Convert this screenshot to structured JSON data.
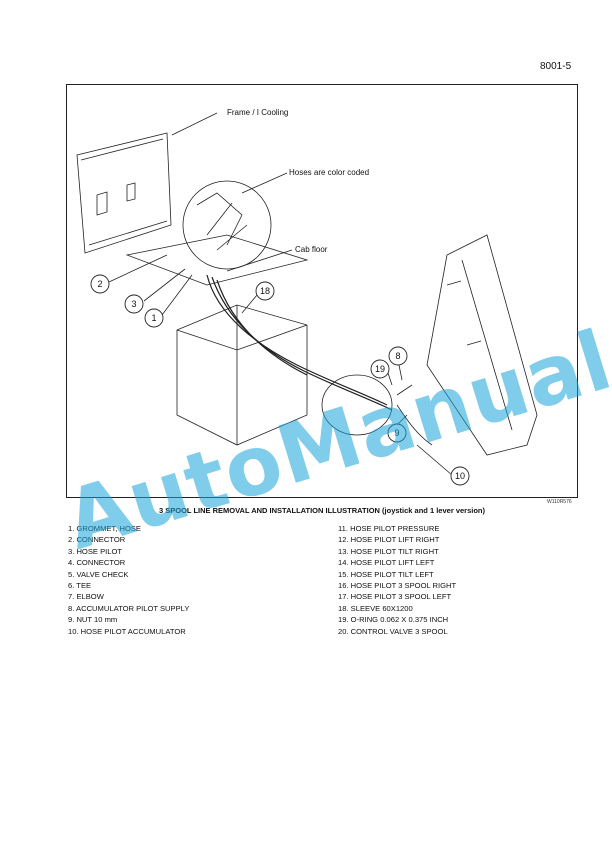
{
  "header": {
    "page_number": "8001-5"
  },
  "figure": {
    "code": "W110R576",
    "callouts": {
      "frame": "Frame / I Cooling",
      "hoses": "Hoses are color coded",
      "cab_floor": "Cab floor"
    },
    "numbers": {
      "n2": "2",
      "n3": "3",
      "n1": "1",
      "n18": "18",
      "n8": "8",
      "n19": "19",
      "n9": "9",
      "n10": "10"
    }
  },
  "caption": "3 SPOOL LINE REMOVAL AND INSTALLATION ILLUSTRATION (joystick and 1 lever version)",
  "parts_left": [
    "1.  GROMMET, HOSE",
    "2.  CONNECTOR",
    "3.  HOSE PILOT",
    "4.  CONNECTOR",
    "5.  VALVE CHECK",
    "6.  TEE",
    "7.  ELBOW",
    "8.  ACCUMULATOR PILOT SUPPLY",
    "9.  NUT 10 mm",
    "10.  HOSE PILOT ACCUMULATOR"
  ],
  "parts_right": [
    "11.  HOSE PILOT PRESSURE",
    "12.  HOSE PILOT LIFT RIGHT",
    "13.  HOSE PILOT TILT RIGHT",
    "14.  HOSE PILOT LIFT LEFT",
    "15.  HOSE PILOT TILT LEFT",
    "16.  HOSE PILOT 3 SPOOL RIGHT",
    "17.  HOSE PILOT 3 SPOOL LEFT",
    "18.  SLEEVE 60X1200",
    "19.  O-RING 0.062 X 0.375 INCH",
    "20.  CONTROL VALVE 3 SPOOL"
  ],
  "watermark": "AutoManual"
}
